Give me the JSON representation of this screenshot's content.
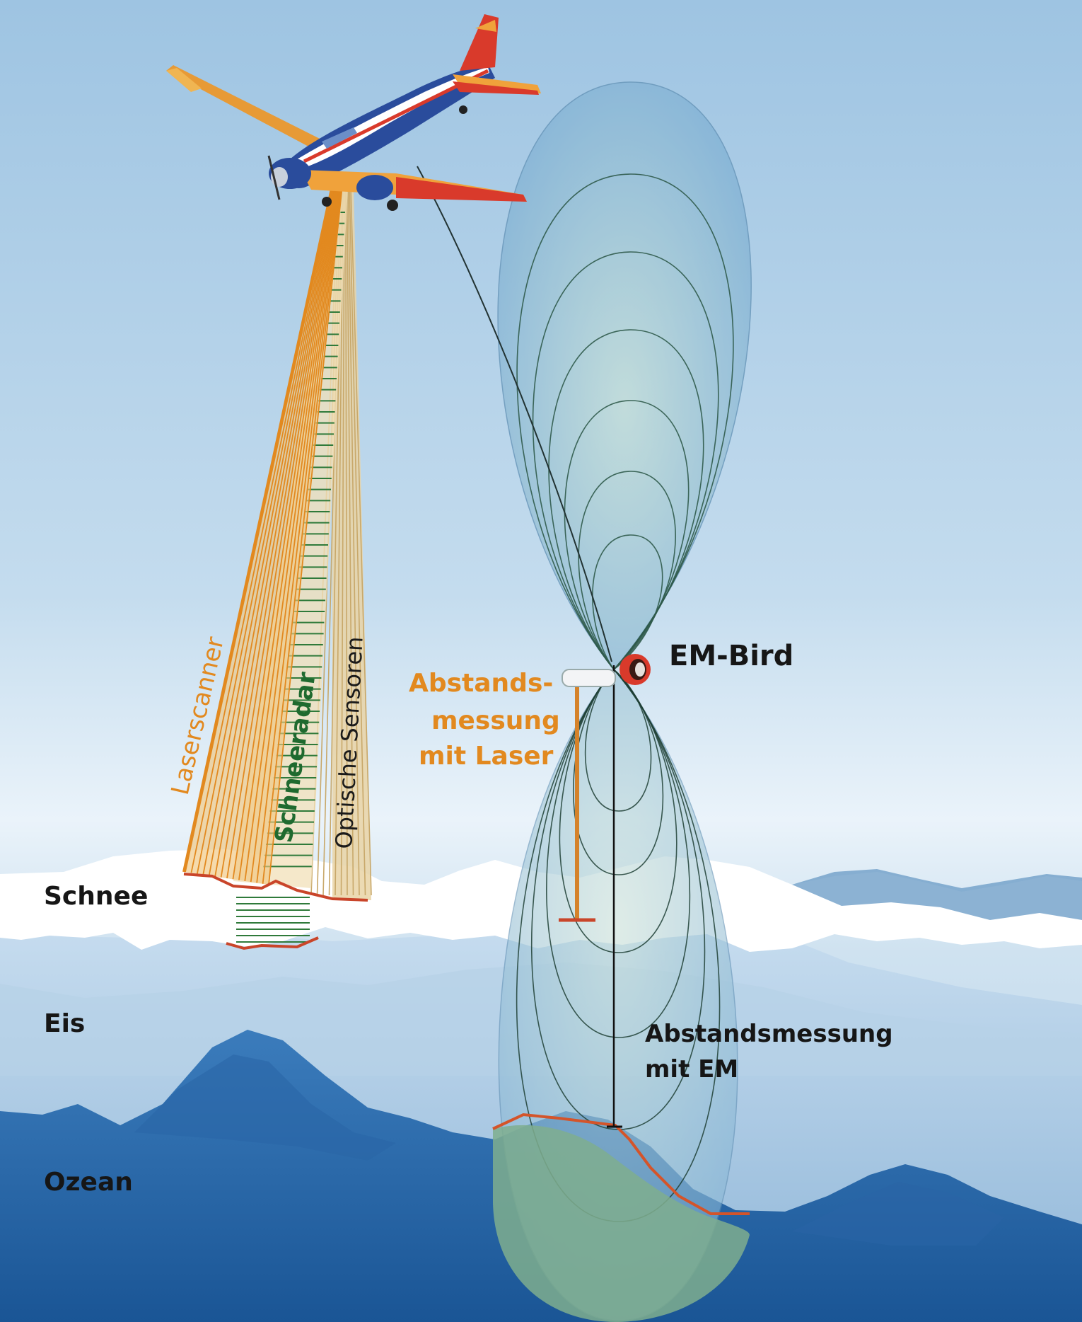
{
  "labels": {
    "laserscanner": "Laserscanner",
    "schneeradar": "Schneeradar",
    "optische_sensoren": "Optische Sensoren",
    "abstandsmessung_laser_line1": "Abstands-",
    "abstandsmessung_laser_line2": "messung",
    "abstandsmessung_laser_line3": "mit Laser",
    "em_bird": "EM-Bird",
    "abstandsmessung_em_line1": "Abstandsmessung",
    "abstandsmessung_em_line2": "mit EM",
    "schnee": "Schnee",
    "eis": "Eis",
    "ozean": "Ozean"
  },
  "colors": {
    "sky_top": "#9fc6e4",
    "sky_mid": "#cfe4f3",
    "snow": "#ffffff",
    "ice": "#a9cbe4",
    "ice_dark": "#6f9fc8",
    "ocean": "#2f6fae",
    "ocean_deep": "#1f5a98",
    "laser_orange": "#e2891f",
    "radar_green": "#2f7a3a",
    "optical_tan": "#e8cf9e",
    "em_field": "#8fb9d6",
    "em_field_green": "#7fb79a",
    "profile_red": "#d4542a",
    "plane_red": "#d93a2b",
    "plane_blue": "#2a4c9c",
    "plane_orange": "#f0a23b"
  },
  "icons": {
    "aircraft": "airplane-icon",
    "em_bird": "em-bird-sensor-icon"
  }
}
